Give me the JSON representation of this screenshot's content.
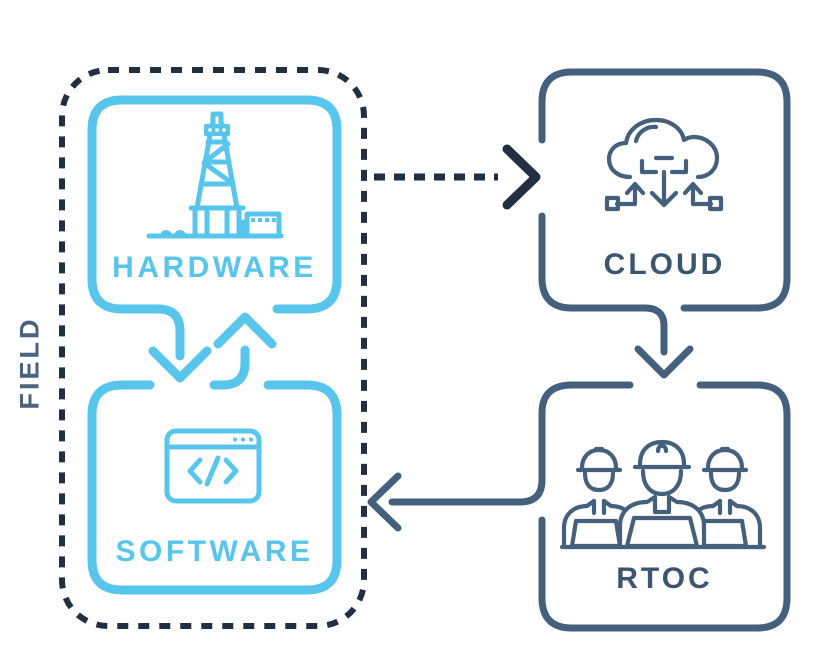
{
  "colors": {
    "light_blue": "#58C5ED",
    "dark_navy": "#222E42",
    "slate": "#44607C",
    "slate_text": "#3C5571",
    "field_label": "#4A647F",
    "background": "#FFFFFF"
  },
  "field": {
    "label": "FIELD"
  },
  "nodes": {
    "hardware": {
      "label": "HARDWARE",
      "icon": "oil-derrick-icon",
      "color": "light_blue"
    },
    "software": {
      "label": "SOFTWARE",
      "icon": "code-window-icon",
      "color": "light_blue"
    },
    "cloud": {
      "label": "CLOUD",
      "icon": "cloud-transfer-icon",
      "color": "slate"
    },
    "rtoc": {
      "label": "RTOC",
      "icon": "workers-team-icon",
      "color": "slate"
    }
  },
  "connections": [
    {
      "from": "hardware",
      "to": "software",
      "style": "solid",
      "color": "light_blue"
    },
    {
      "from": "software",
      "to": "hardware",
      "style": "solid",
      "color": "light_blue"
    },
    {
      "from": "field",
      "to": "cloud",
      "style": "dashed",
      "color": "dark_navy"
    },
    {
      "from": "cloud",
      "to": "rtoc",
      "style": "solid",
      "color": "slate"
    },
    {
      "from": "rtoc",
      "to": "software",
      "style": "solid",
      "color": "slate"
    }
  ]
}
